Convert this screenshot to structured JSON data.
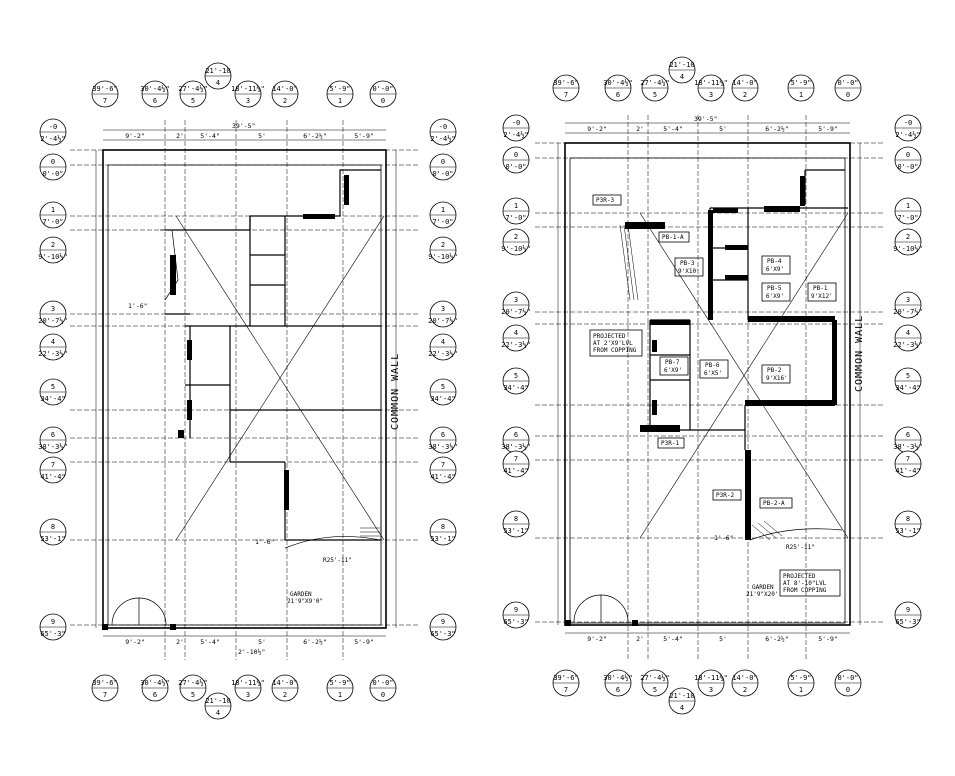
{
  "plans": [
    {
      "id": "left",
      "top_bubbles": [
        {
          "num": "7",
          "val": "39'-6\""
        },
        {
          "num": "6",
          "val": "30'-4½\""
        },
        {
          "num": "5",
          "val": "27'-4½\""
        },
        {
          "num": "4",
          "val": "21'-10"
        },
        {
          "num": "3",
          "val": "18'-11½\""
        },
        {
          "num": "2",
          "val": "14'-0\""
        },
        {
          "num": "1",
          "val": "5'-9\""
        },
        {
          "num": "0",
          "val": "0'-0\""
        }
      ],
      "left_bubbles": [
        {
          "num": "-0",
          "val": "2'-4½\""
        },
        {
          "num": "0",
          "val": "0'-0\""
        },
        {
          "num": "1",
          "val": "7'-0\""
        },
        {
          "num": "2",
          "val": "9'-10½\""
        },
        {
          "num": "3",
          "val": "20'-7½\""
        },
        {
          "num": "4",
          "val": "22'-3½\""
        },
        {
          "num": "5",
          "val": "34'-4\""
        },
        {
          "num": "6",
          "val": "38'-3½\""
        },
        {
          "num": "7",
          "val": "41'-4\""
        },
        {
          "num": "8",
          "val": "53'-1\""
        },
        {
          "num": "9",
          "val": "65'-3\""
        }
      ],
      "top_dims": [
        "9'-2\"",
        "2'",
        "5'-4\"",
        "5'",
        "6'-2½\"",
        "5'-9\""
      ],
      "overall": "39'-5\"",
      "labels": {
        "common_wall": "COMMON WALL",
        "garden": "GARDEN",
        "garden_size": "21'9\"X9'0\"",
        "radius": "R25'-11\"",
        "dim_a": "1'-6\"",
        "dim_b": "1'-6\"",
        "dim_bottom": "2'-10½\""
      }
    },
    {
      "id": "right",
      "top_bubbles": [
        {
          "num": "7",
          "val": "39'-6\""
        },
        {
          "num": "6",
          "val": "30'-4½\""
        },
        {
          "num": "5",
          "val": "27'-4½\""
        },
        {
          "num": "4",
          "val": "21'-10"
        },
        {
          "num": "3",
          "val": "18'-11½\""
        },
        {
          "num": "2",
          "val": "14'-0\""
        },
        {
          "num": "1",
          "val": "5'-9\""
        },
        {
          "num": "0",
          "val": "0'-0\""
        }
      ],
      "left_bubbles": [
        {
          "num": "-0",
          "val": "2'-4½\""
        },
        {
          "num": "0",
          "val": "0'-0\""
        },
        {
          "num": "1",
          "val": "7'-0\""
        },
        {
          "num": "2",
          "val": "9'-10½\""
        },
        {
          "num": "3",
          "val": "20'-7½\""
        },
        {
          "num": "4",
          "val": "22'-3½\""
        },
        {
          "num": "5",
          "val": "34'-4\""
        },
        {
          "num": "6",
          "val": "38'-3½\""
        },
        {
          "num": "7",
          "val": "41'-4\""
        },
        {
          "num": "8",
          "val": "53'-1\""
        },
        {
          "num": "9",
          "val": "65'-3\""
        }
      ],
      "top_dims": [
        "9'-2\"",
        "2'",
        "5'-4\"",
        "5'",
        "6'-2½\"",
        "5'-9\""
      ],
      "overall": "39'-5\"",
      "labels": {
        "common_wall": "COMMON WALL",
        "garden": "GARDEN",
        "garden_size": "21'9\"X20'",
        "radius": "R25'-11\"",
        "dim_a": "1'-6\"",
        "pbs": [
          "P3R-3",
          "PB-1-A",
          "PB-3",
          "9'X10'",
          "PB-4",
          "6'X9'",
          "PB-5",
          "6'X9'",
          "PB-1",
          "9'X12'",
          "PB-7",
          "6'X9'",
          "PB-6",
          "6'X5'",
          "PB-2",
          "9'X16'",
          "P3R-1",
          "P3R-2",
          "PB-2-A"
        ],
        "projected_1": [
          "PROJECTED",
          "AT 2'X9'LVL",
          "FROM COPPING"
        ],
        "projected_2": [
          "PROJECTED",
          "AT 8'-10\"LVL",
          "FROM COPPING"
        ]
      }
    }
  ]
}
